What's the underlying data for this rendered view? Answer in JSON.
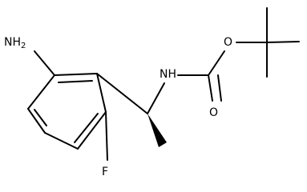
{
  "molecule": {
    "atoms": {
      "amino_group": "NH",
      "amino_subscript": "2",
      "carbamate_nitrogen": "NH",
      "carbonyl_oxygen": "O",
      "ester_oxygen": "O",
      "fluorine": "F"
    },
    "colors": {
      "line": "#000000",
      "background": "#ffffff"
    }
  }
}
